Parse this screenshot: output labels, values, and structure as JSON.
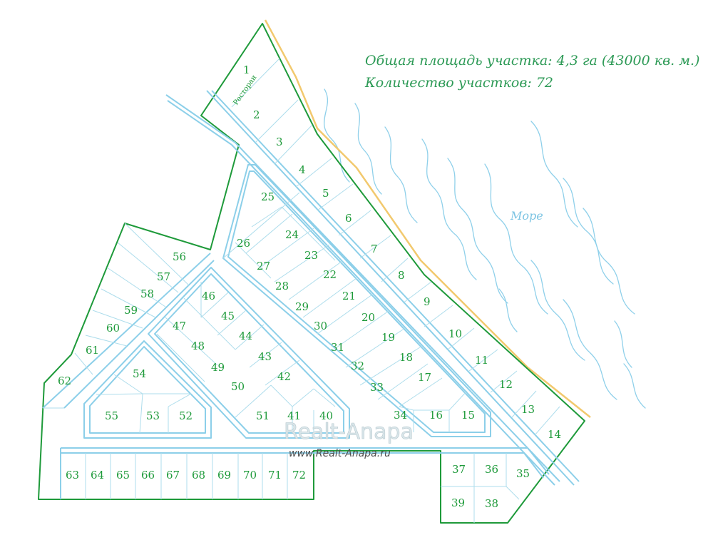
{
  "info": {
    "total_area": "Общая площадь участка: 4,3 га  (43000 кв. м.)",
    "plot_count": "Количество участков: 72"
  },
  "sea_label": "Море",
  "restaurant_label": "Ресторан",
  "watermark": {
    "brand": "Realt-Anapa",
    "url": "www.Realt-Anapa.ru"
  },
  "colors": {
    "boundary": "#1e9a3a",
    "road": "#8ccfe9",
    "shoreline": "#f2c96e",
    "sea_waves": "#8fd0ea",
    "labels": "#1e9a3a"
  },
  "plots": [
    "1",
    "2",
    "3",
    "4",
    "5",
    "6",
    "7",
    "8",
    "9",
    "10",
    "11",
    "12",
    "13",
    "14",
    "15",
    "16",
    "17",
    "18",
    "19",
    "20",
    "21",
    "22",
    "23",
    "24",
    "25",
    "26",
    "27",
    "28",
    "29",
    "30",
    "31",
    "32",
    "33",
    "34",
    "35",
    "36",
    "37",
    "38",
    "39",
    "40",
    "41",
    "42",
    "43",
    "44",
    "45",
    "46",
    "47",
    "48",
    "49",
    "50",
    "51",
    "52",
    "53",
    "54",
    "55",
    "56",
    "57",
    "58",
    "59",
    "60",
    "61",
    "62",
    "63",
    "64",
    "65",
    "66",
    "67",
    "68",
    "69",
    "70",
    "71",
    "72"
  ]
}
